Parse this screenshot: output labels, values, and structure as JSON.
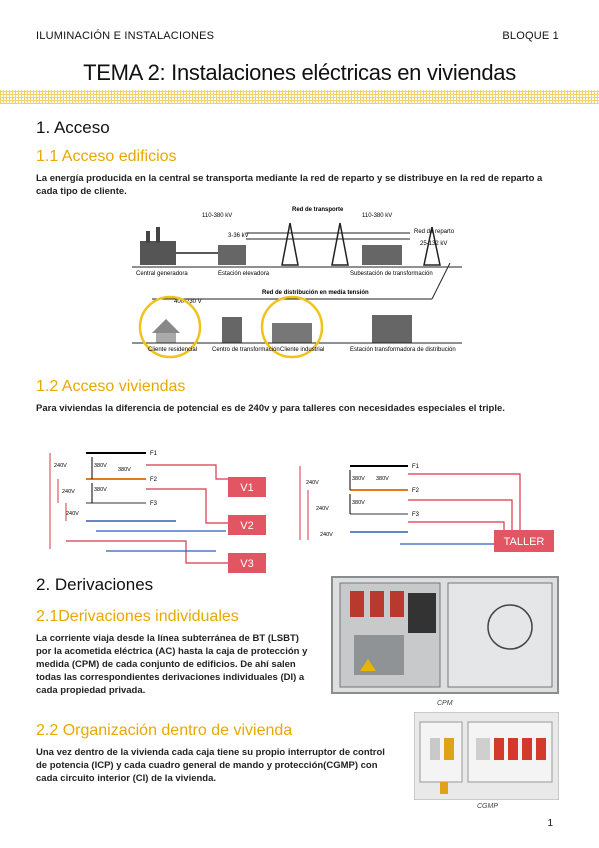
{
  "header": {
    "left": "ILUMINACIÓN E INSTALACIONES",
    "right": "BLOQUE 1"
  },
  "title": "TEMA 2: Instalaciones eléctricas en viviendas",
  "section1": {
    "heading": "1. Acceso",
    "sub1": {
      "heading": "1.1 Acceso edificios",
      "text": "La energía producida en la central se transporta mediante la red de reparto y se distribuye en la red de reparto a cada tipo de cliente.",
      "diagram": {
        "red_transporte": "Red de transporte",
        "v_left": "110-380 kV",
        "v_right": "110-380 kV",
        "v_small": "3-36 kV",
        "red_reparto": "Red de reparto",
        "v_reparto": "25-132 kV",
        "central": "Central generadora",
        "estacion_elevadora": "Estación elevadora",
        "subestacion": "Subestación de transformación",
        "red_distribucion": "Red de distribución en media tensión",
        "v_low": "400-230 V",
        "cliente_residencial": "Cliente residencial",
        "centro_transformacion": "Centro de transformación",
        "cliente_industrial": "Cliente industrial",
        "estacion_transformadora": "Estación transformadora de distribución"
      }
    },
    "sub2": {
      "heading": "1.2 Acceso viviendas",
      "text": "Para viviendas la diferencia de potencial es de 240v y para talleres con necesidades especiales el triple.",
      "left_diagram": {
        "v240a": "240V",
        "v380a": "380V",
        "v380b": "380V",
        "v240b": "240V",
        "v380c": "380V",
        "v240c": "240V",
        "f1": "F1",
        "f2": "F2",
        "f3": "F3",
        "box1": "V1",
        "box2": "V2",
        "box3": "V3"
      },
      "right_diagram": {
        "v240a": "240V",
        "v380a": "380V",
        "v380b": "380V",
        "v240b": "240V",
        "v380c": "380V",
        "v240c": "240V",
        "f1": "F1",
        "f2": "F2",
        "f3": "F3",
        "box": "TALLER"
      }
    }
  },
  "section2": {
    "heading": "2. Derivaciones",
    "sub1": {
      "heading": "2.1Derivaciones individuales",
      "text": "La corriente viaja desde la línea subterránea de BT (LSBT) por la acometida eléctrica (AC) hasta la caja de protección y medida (CPM) de cada conjunto de edificios. De ahí salen todas las correspondientes derivaciones individuales (DI) a cada propiedad privada.",
      "photo_caption": "CPM"
    },
    "sub2": {
      "heading": "2.2 Organización dentro de vivienda",
      "text": "Una vez dentro de la vivienda cada caja tiene su propio interruptor de control de potencia (ICP) y cada cuadro general de mando y protección(CGMP) con cada circuito interior (CI) de la vivienda.",
      "photo_caption": "CGMP"
    }
  },
  "page_number": "1",
  "colors": {
    "accent": "#e9a800",
    "red_line": "#d9364a",
    "blue_line": "#2f5fb3",
    "orange_line": "#e07a1f",
    "box_red": "#e25563"
  }
}
